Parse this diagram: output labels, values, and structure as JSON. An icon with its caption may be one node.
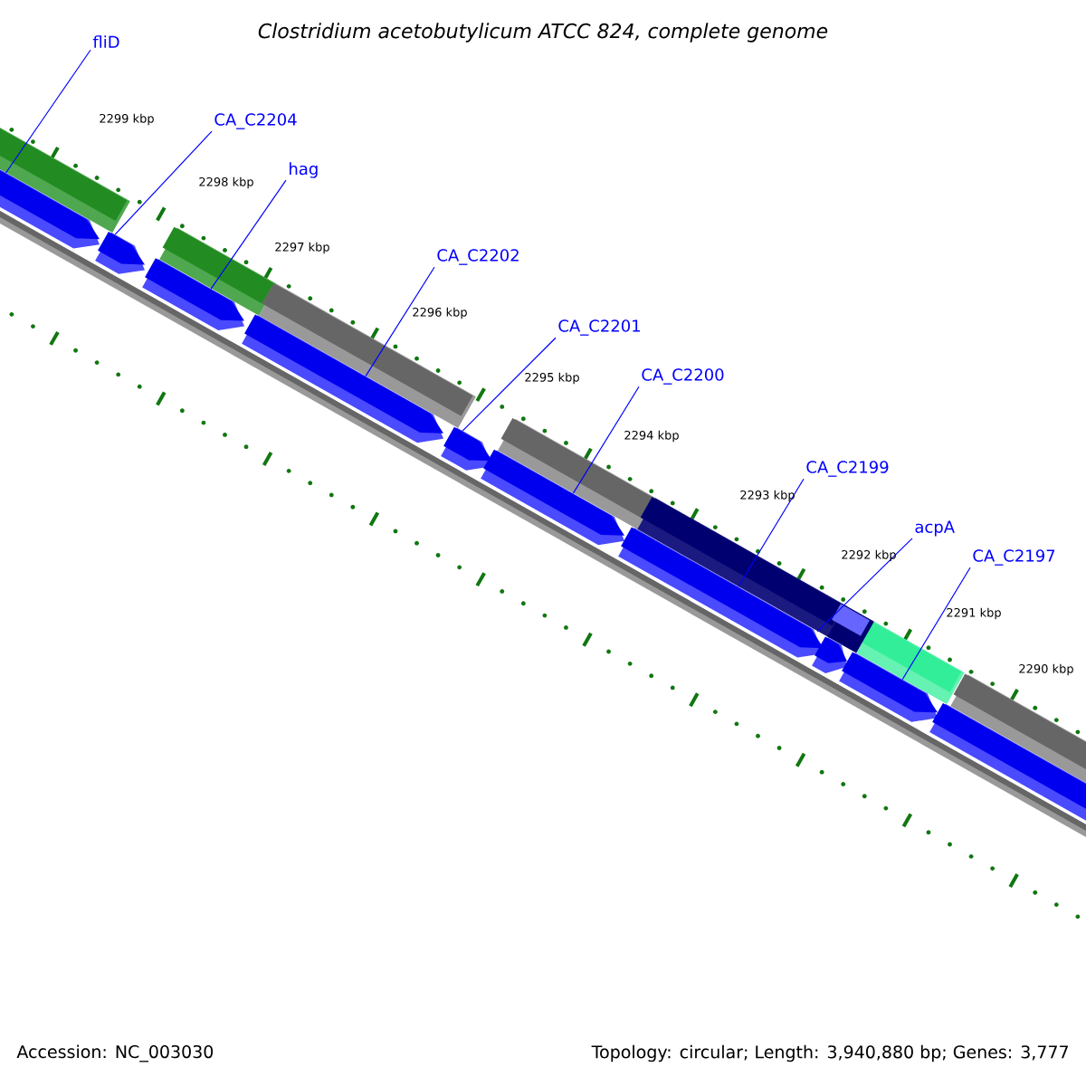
{
  "diagram": {
    "title": "Clostridium acetobutylicum ATCC 824, complete genome",
    "nodes": [
      {
        "text": [
          "fliD"
        ]
      },
      {
        "text": [
          "CA_C2204"
        ]
      },
      {
        "text": [
          "hag"
        ]
      },
      {
        "text": [
          "CA_C2202"
        ]
      },
      {
        "text": [
          "CA_C2201"
        ]
      },
      {
        "text": [
          "CA_C2200"
        ]
      },
      {
        "text": [
          "CA_C2199"
        ]
      },
      {
        "text": [
          "acpA"
        ]
      },
      {
        "text": [
          "CA_C2197"
        ]
      },
      {
        "text": [],
        "shape": "bar"
      },
      {
        "text": [],
        "shape": "bar"
      },
      {
        "text": [],
        "shape": "bar"
      },
      {
        "text": [],
        "shape": "bar"
      },
      {
        "text": [],
        "shape": "bar"
      },
      {
        "text": [],
        "shape": "bar"
      },
      {
        "text": [],
        "shape": "bar"
      },
      {
        "text": [],
        "shape": "bar"
      },
      {
        "text": [],
        "shape": "bar"
      },
      {
        "text": [],
        "shape": "bar"
      }
    ],
    "edges": [
      {
        "from": 0,
        "to": 9,
        "arrow": "none"
      },
      {
        "from": 1,
        "to": 10,
        "arrow": "none"
      },
      {
        "from": 2,
        "to": 11,
        "arrow": "none"
      },
      {
        "from": 3,
        "to": 12,
        "arrow": "none"
      },
      {
        "from": 4,
        "to": 13,
        "arrow": "none"
      },
      {
        "from": 5,
        "to": 14,
        "arrow": "none"
      },
      {
        "from": 6,
        "to": 15,
        "arrow": "none"
      },
      {
        "from": 7,
        "to": 16,
        "arrow": "none"
      },
      {
        "from": 8,
        "to": 17,
        "arrow": "none"
      }
    ],
    "labels": [
      "2299 kbp",
      "2298 kbp",
      "2297 kbp",
      "2296 kbp",
      "2295 kbp",
      "2294 kbp",
      "2293 kbp",
      "2292 kbp",
      "2291 kbp",
      "2290 kbp",
      "Accession: NC_003030",
      "Topology: circular; Length: 3,940,880 bp; Genes: 3,777"
    ]
  }
}
